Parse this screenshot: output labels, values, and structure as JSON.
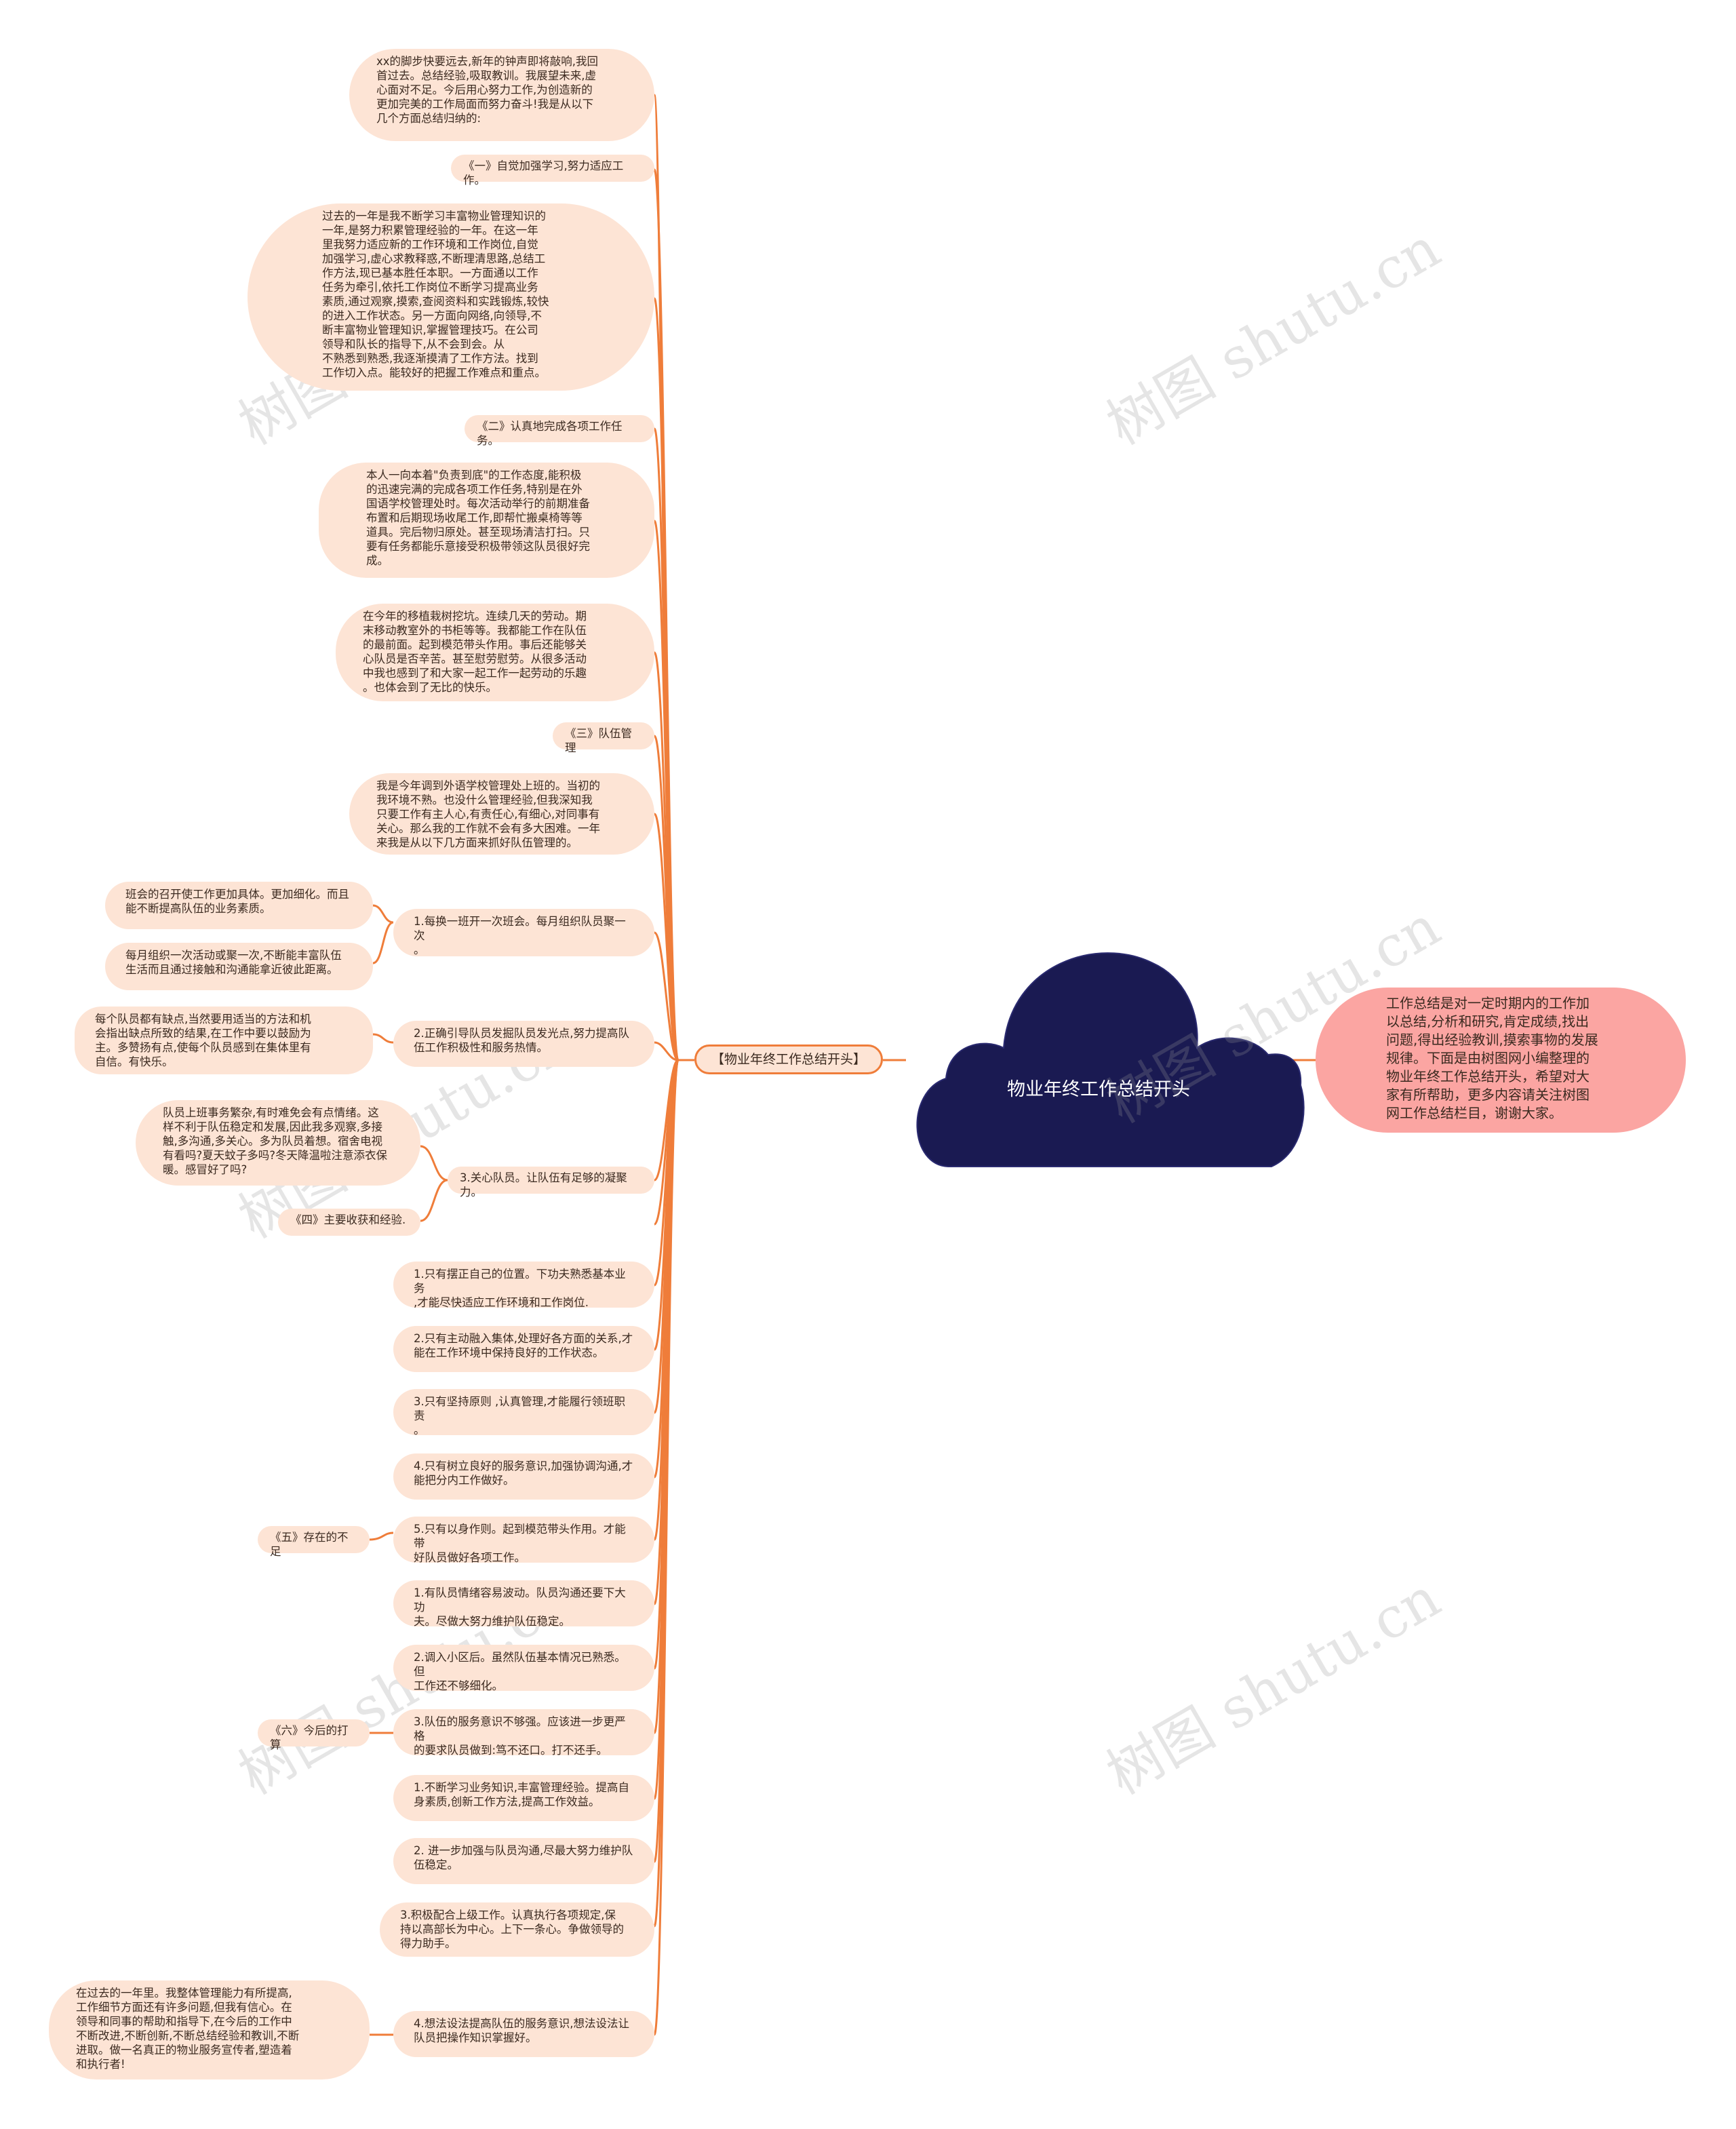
{
  "root": {
    "title": "物业年终工作总结开头"
  },
  "main_topic": "【物业年终工作总结开头】",
  "description": "工作总结是对一定时期内的工作加\n以总结,分析和研究,肯定成绩,找出\n问题,得出经验教训,摸索事物的发展\n规律。下面是由树图网小编整理的\n物业年终工作总结开头，希望对大\n家有所帮助，更多内容请关注树图\n网工作总结栏目，谢谢大家。",
  "watermark": "树图 shutu.cn",
  "nodes": [
    {
      "text": "xx的脚步快要远去,新年的钟声即将敲响,我回\n首过去。总结经验,吸取教训。我展望未来,虚\n心面对不足。今后用心努力工作,为创造新的\n更加完美的工作局面而努力奋斗!我是从以下\n几个方面总结归纳的:"
    },
    {
      "text": "《一》自觉加强学习,努力适应工作。"
    },
    {
      "text": "过去的一年是我不断学习丰富物业管理知识的\n一年,是努力积累管理经验的一年。在这一年\n里我努力适应新的工作环境和工作岗位,自觉\n加强学习,虚心求教释惑,不断理清思路,总结工\n作方法,现已基本胜任本职。一方面通以工作\n任务为牵引,依托工作岗位不断学习提高业务\n素质,通过观察,摸索,查阅资料和实践锻炼,较快\n的进入工作状态。另一方面向网络,向领导,不\n断丰富物业管理知识,掌握管理技巧。在公司\n领导和队长的指导下,从不会到会。从\n不熟悉到熟悉,我逐渐摸清了工作方法。找到\n工作切入点。能较好的把握工作难点和重点。"
    },
    {
      "text": "《二》认真地完成各项工作任务。"
    },
    {
      "text": "本人一向本着\"负责到底\"的工作态度,能积极\n的迅速完满的完成各项工作任务,特别是在外\n国语学校管理处时。每次活动举行的前期准备\n布置和后期现场收尾工作,即帮忙搬桌椅等等\n道具。完后物归原处。甚至现场清洁打扫。只\n要有任务都能乐意接受积极带领这队员很好完\n成。"
    },
    {
      "text": "在今年的移植栽树挖坑。连续几天的劳动。期\n末移动教室外的书柜等等。我都能工作在队伍\n的最前面。起到模范带头作用。事后还能够关\n心队员是否辛苦。甚至慰劳慰劳。从很多活动\n中我也感到了和大家一起工作一起劳动的乐趣\n。也体会到了无比的快乐。"
    },
    {
      "text": "《三》队伍管理"
    },
    {
      "text": "我是今年调到外语学校管理处上班的。当初的\n我环境不熟。也没什么管理经验,但我深知我\n只要工作有主人心,有责任心,有细心,对同事有\n关心。那么我的工作就不会有多大困难。一年\n来我是从以下几方面来抓好队伍管理的。"
    },
    {
      "text": "1.每换一班开一次班会。每月组织队员聚一次\n。"
    },
    {
      "text": "班会的召开使工作更加具体。更加细化。而且\n能不断提高队伍的业务素质。"
    },
    {
      "text": "每月组织一次活动或聚一次,不断能丰富队伍\n生活而且通过接触和沟通能拿近彼此距离。"
    },
    {
      "text": "2.正确引导队员发掘队员发光点,努力提高队\n伍工作积极性和服务热情。"
    },
    {
      "text": "每个队员都有缺点,当然要用适当的方法和机\n会指出缺点所致的结果,在工作中要以鼓励为\n主。多赞扬有点,使每个队员感到在集体里有\n自信。有快乐。"
    },
    {
      "text": "3.关心队员。让队伍有足够的凝聚力。"
    },
    {
      "text": "队员上班事务繁杂,有时难免会有点情绪。这\n样不利于队伍稳定和发展,因此我多观察,多接\n触,多沟通,多关心。多为队员着想。宿舍电视\n有看吗?夏天蚊子多吗?冬天降温啦注意添衣保\n暖。感冒好了吗?"
    },
    {
      "text": "《四》主要收获和经验."
    },
    {
      "text": "1.只有摆正自己的位置。下功夫熟悉基本业务\n,才能尽快适应工作环境和工作岗位."
    },
    {
      "text": "2.只有主动融入集体,处理好各方面的关系,才\n能在工作环境中保持良好的工作状态。"
    },
    {
      "text": "3.只有坚持原则 ,认真管理,才能履行领班职责\n。"
    },
    {
      "text": "4.只有树立良好的服务意识,加强协调沟通,才\n能把分内工作做好。"
    },
    {
      "text": "5.只有以身作则。起到模范带头作用。才能带\n好队员做好各项工作。"
    },
    {
      "text": "《五》存在的不足"
    },
    {
      "text": "1.有队员情绪容易波动。队员沟通还要下大功\n夫。尽做大努力维护队伍稳定。"
    },
    {
      "text": "2.调入小区后。虽然队伍基本情况已熟悉。但\n工作还不够细化。"
    },
    {
      "text": "3.队伍的服务意识不够强。应该进一步更严格\n的要求队员做到:笃不还口。打不还手。"
    },
    {
      "text": "《六》今后的打算"
    },
    {
      "text": "1.不断学习业务知识,丰富管理经验。提高自\n身素质,创新工作方法,提高工作效益。"
    },
    {
      "text": "2. 进一步加强与队员沟通,尽最大努力维护队\n伍稳定。"
    },
    {
      "text": "3.积极配合上级工作。认真执行各项规定,保\n持以高部长为中心。上下一条心。争做领导的\n得力助手。"
    },
    {
      "text": "4.想法设法提高队伍的服务意识,想法设法让\n队员把操作知识掌握好。"
    },
    {
      "text": "在过去的一年里。我整体管理能力有所提高,\n工作细节方面还有许多问题,但我有信心。在\n领导和同事的帮助和指导下,在今后的工作中\n不断改进,不断创新,不断总结经验和教训,不断\n进取。做一名真正的物业服务宣传者,塑造着\n和执行者!"
    }
  ],
  "colors": {
    "root": "#1a1a52",
    "branch": "#ef7d3a",
    "node": "#fde4d5",
    "desc": "#fba5a2"
  }
}
